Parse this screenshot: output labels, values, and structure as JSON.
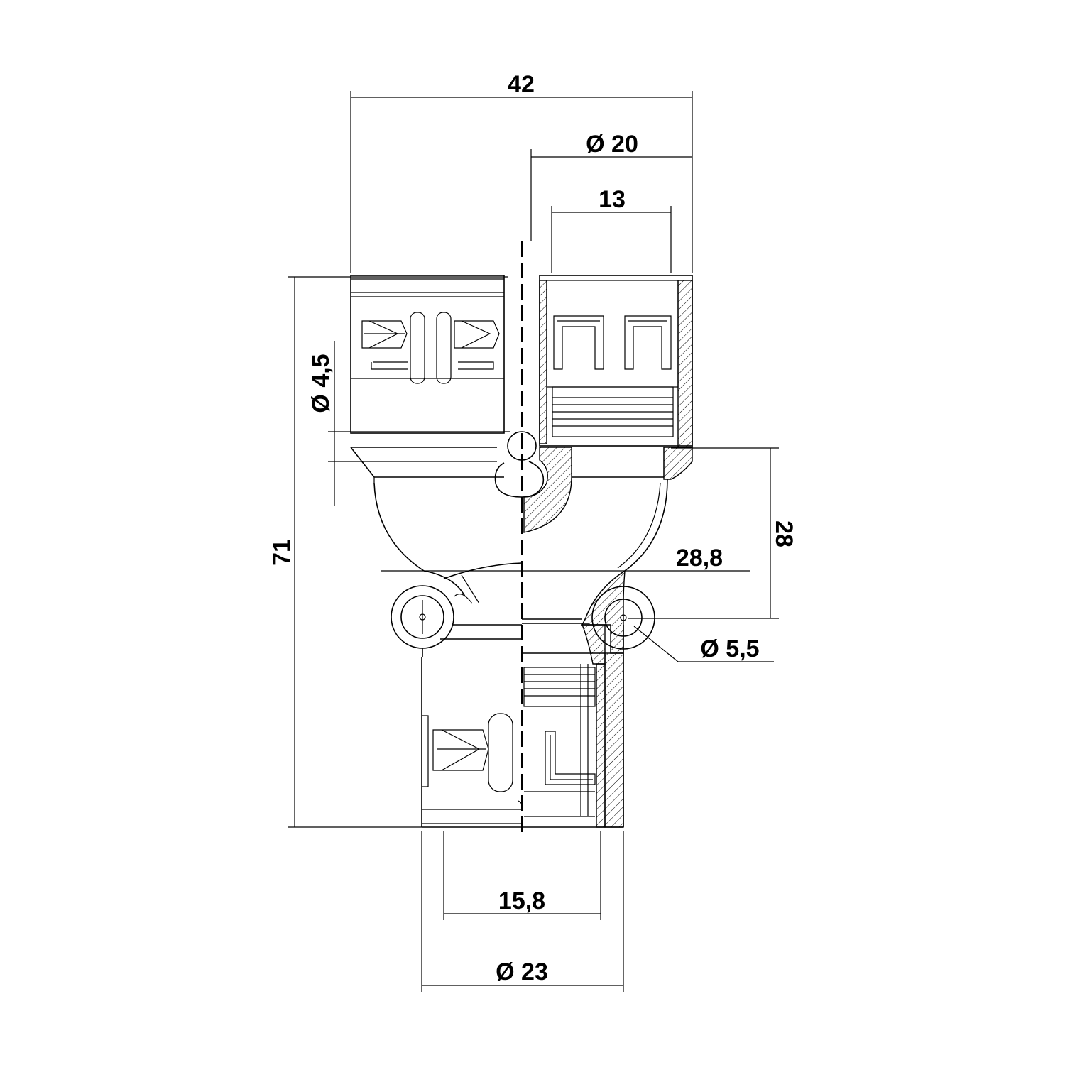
{
  "dimensions": {
    "overall_width": "42",
    "top_outlet_diameter": "Ø 20",
    "top_inner_width": "13",
    "left_hole_diameter": "Ø 4,5",
    "overall_height": "71",
    "center_distance": "28",
    "body_width": "28,8",
    "mount_hole_diameter": "Ø 5,5",
    "bottom_inner_width": "15,8",
    "bottom_outlet_diameter": "Ø 23"
  },
  "colors": {
    "line": "#000000",
    "background": "#ffffff"
  }
}
